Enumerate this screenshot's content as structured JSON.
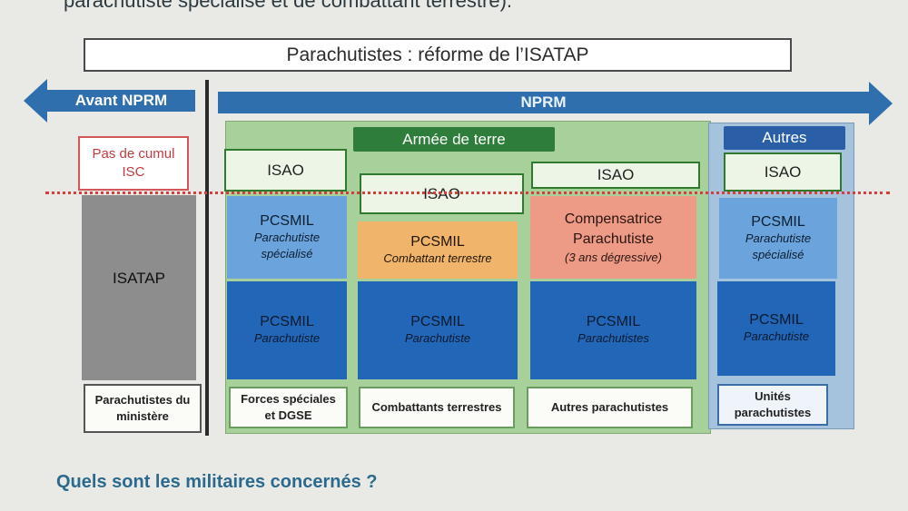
{
  "top_line": "parachutiste spécialisé et de combattant terrestre).",
  "title": "Parachutistes : réforme de l’ISATAP",
  "arrow_left_label": "Avant NPRM",
  "arrow_right_label": "NPRM",
  "army_header": "Armée de terre",
  "autres_header": "Autres",
  "pas_cumul": "Pas de cumul ISC",
  "isatap_label": "ISATAP",
  "isao_label": "ISAO",
  "columns": [
    {
      "isao": "ISAO",
      "upper_title": "PCSMIL",
      "upper_sub": "Parachutiste spécialisé",
      "lower_title": "PCSMIL",
      "lower_sub": "Parachutiste",
      "bottom": "Forces spéciales et DGSE"
    },
    {
      "isao": "ISAO",
      "upper_title": "PCSMIL",
      "upper_sub": "Combattant terrestre",
      "lower_title": "PCSMIL",
      "lower_sub": "Parachutiste",
      "bottom": "Combattants terrestres"
    },
    {
      "isao": "ISAO",
      "upper_title": "Compensatrice Parachutiste",
      "upper_sub": "(3 ans dégressive)",
      "lower_title": "PCSMIL",
      "lower_sub": "Parachutistes",
      "bottom": "Autres parachutistes"
    },
    {
      "isao": "ISAO",
      "upper_title": "PCSMIL",
      "upper_sub": "Parachutiste spécialisé",
      "lower_title": "PCSMIL",
      "lower_sub": "Parachutiste",
      "bottom": "Unités parachutistes"
    }
  ],
  "bottom_ministere": "Parachutistes du ministère",
  "question": "Quels sont les militaires concernés ?"
}
